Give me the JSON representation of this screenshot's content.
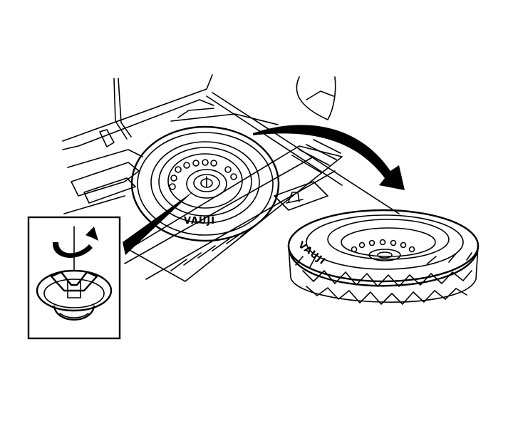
{
  "figure": {
    "type": "technical-line-illustration",
    "subject": "spare tire removal from trunk well",
    "background_color": "#ffffff",
    "line_color": "#000000"
  },
  "labels": {
    "tire_marking_in_well": "VAUJI",
    "tire_marking_removed": "VAUJI"
  },
  "callout": {
    "description": "inset showing wing-nut retainer turned counterclockwise"
  },
  "arrow": {
    "description": "curved arrow indicating tire lifted out of well"
  }
}
